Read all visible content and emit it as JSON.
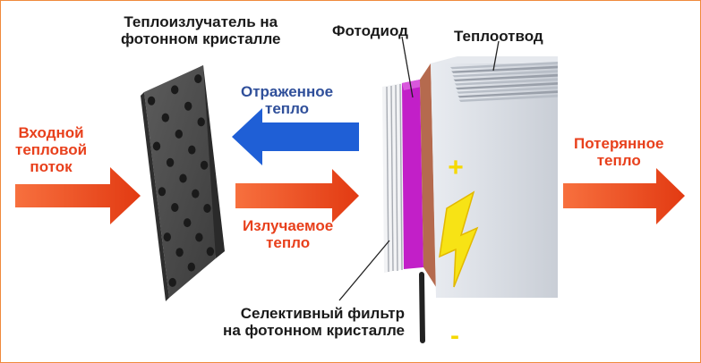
{
  "labels": {
    "emitter": [
      "Теплоизлучатель на",
      "фотонном кристалле"
    ],
    "photodiode": "Фотодиод",
    "heatsink": "Теплоотвод",
    "reflected": [
      "Отраженное",
      "тепло"
    ],
    "input_flux": [
      "Входной",
      "тепловой",
      "поток"
    ],
    "lost": [
      "Потерянное",
      "тепло"
    ],
    "emitted": [
      "Излучаемое",
      "тепло"
    ],
    "filter": [
      "Селективный фильтр",
      "на фотонном кристалле"
    ],
    "plus": "+",
    "minus": "-"
  },
  "colors": {
    "red_arrow": "#ef4a1b",
    "blue_arrow": "#1f5fd6",
    "emitter_gray": "#4b4b4b",
    "photodiode_magenta": "#c21fc8",
    "heatsink_gray": "#d7dbe2",
    "copper": "#b56a4e",
    "lightning_yellow": "#f7e315",
    "text_red": "#e8401c",
    "text_blue": "#2f4f9a",
    "border_orange": "#f08a3c"
  },
  "icons": [
    "right-arrow-icon",
    "left-arrow-icon",
    "lightning-icon",
    "emitter-plate-icon",
    "heatsink-icon",
    "photodiode-icon",
    "filter-layers-icon",
    "wire-icon"
  ]
}
